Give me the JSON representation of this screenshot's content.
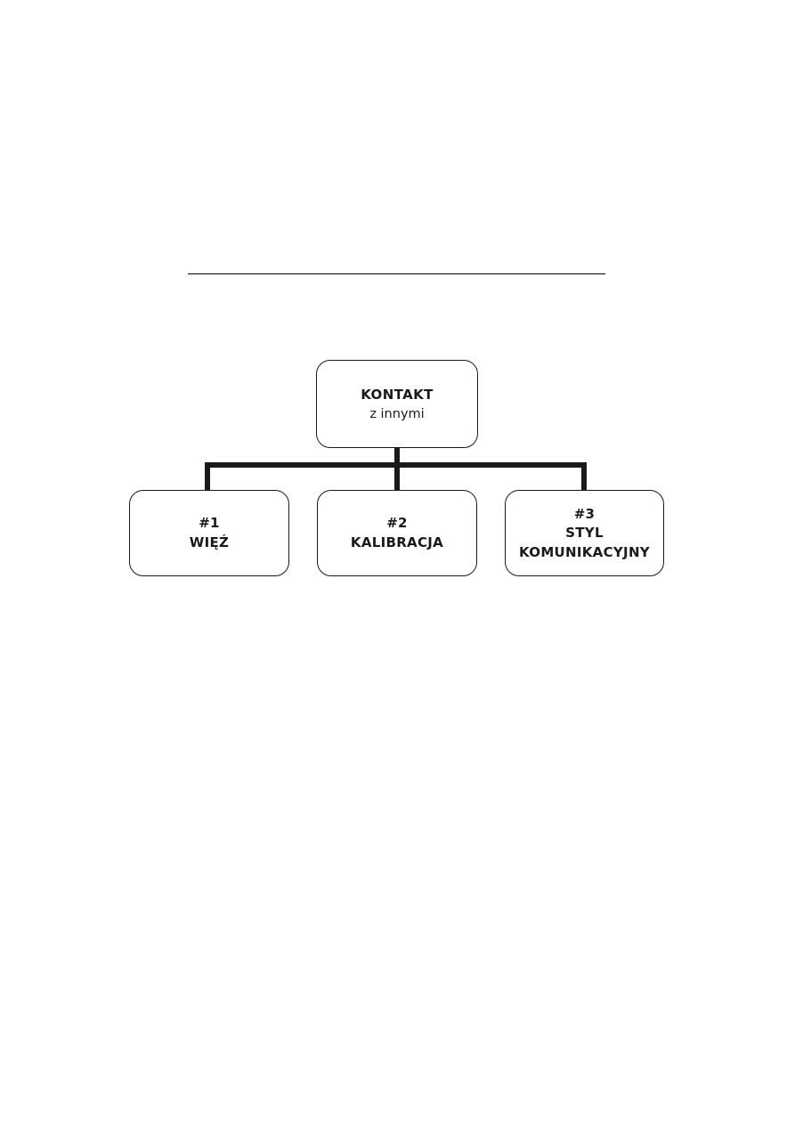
{
  "page": {
    "background": "#ffffff",
    "line_color": "#1a1a1a"
  },
  "diagram": {
    "root": {
      "title": "KONTAKT",
      "subtitle": "z innymi"
    },
    "children": [
      {
        "number": "#1",
        "label": "WIĘŹ"
      },
      {
        "number": "#2",
        "label": "KALIBRACJA"
      },
      {
        "number": "#3",
        "label": "STYL\nKOMUNIKACYJNY"
      }
    ]
  }
}
